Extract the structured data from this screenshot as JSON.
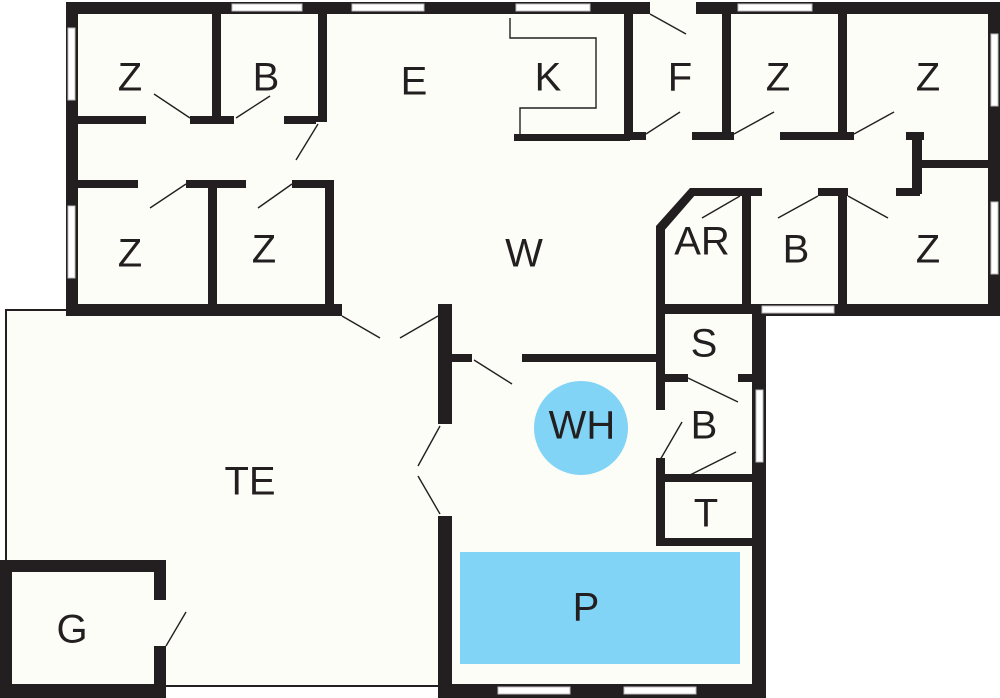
{
  "colors": {
    "wall": "#231f20",
    "floor": "#fcfdf7",
    "water": "#81d4f5"
  },
  "rooms": {
    "z1": "Z",
    "b1": "B",
    "e": "E",
    "k": "K",
    "f": "F",
    "z2": "Z",
    "z3": "Z",
    "z4": "Z",
    "z5": "Z",
    "w": "W",
    "ar": "AR",
    "b2": "B",
    "z6": "Z",
    "s": "S",
    "wh": "WH",
    "b3": "B",
    "t": "T",
    "te": "TE",
    "g": "G",
    "p": "P"
  }
}
